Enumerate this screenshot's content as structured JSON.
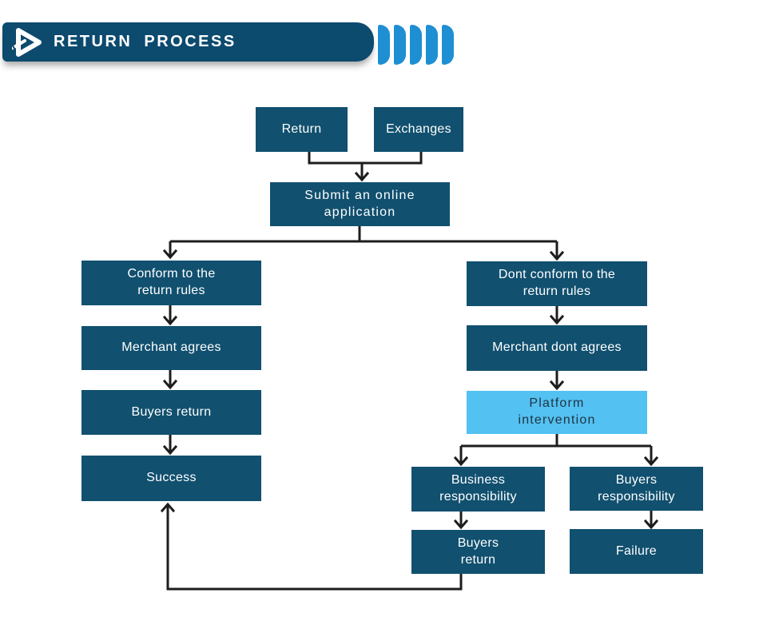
{
  "header": {
    "title": "RETURN PROCESS",
    "logo_icon": "play-triangle-wrench-icon",
    "banner_color": "#0c4a6e",
    "accent_color": "#1e8fd2",
    "accent_chevron_count": 5
  },
  "colors": {
    "node_fill": "#11506f",
    "node_text": "#ffffff",
    "highlight_fill": "#53c1f1",
    "highlight_text": "#203545",
    "connector_line": "#1d1d1d",
    "background": "#ffffff"
  },
  "flow": {
    "return": {
      "label": "Return"
    },
    "exchanges": {
      "label": "Exchanges"
    },
    "submit": {
      "label": "Submit an online\napplication"
    },
    "conform": {
      "label": "Conform to the\nreturn rules"
    },
    "merchant_agrees": {
      "label": "Merchant agrees"
    },
    "buyers_return_left": {
      "label": "Buyers return"
    },
    "success": {
      "label": "Success"
    },
    "dont_conform": {
      "label": "Dont conform to the\nreturn rules"
    },
    "merchant_dont_agrees": {
      "label": "Merchant dont agrees"
    },
    "platform_intervention": {
      "label": "Platform\nintervention",
      "highlighted": true
    },
    "business_responsibility": {
      "label": "Business\nresponsibility"
    },
    "buyers_responsibility": {
      "label": "Buyers\nresponsibility"
    },
    "buyers_return_bottom": {
      "label": "Buyers\nreturn"
    },
    "failure": {
      "label": "Failure"
    }
  }
}
